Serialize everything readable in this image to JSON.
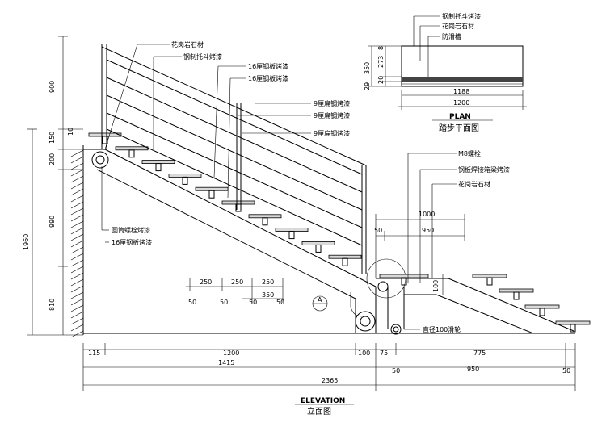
{
  "labels": {
    "granite": "花岗岩石材",
    "steel_bracket": "钢制托斗烤漆",
    "steel_16a": "16厘钢板烤漆",
    "steel_16b": "16厘钢板烤漆",
    "flat_steel_1": "9厘扁钢烤漆",
    "flat_steel_2": "9厘扁钢烤漆",
    "flat_steel_3": "9厘扁钢烤漆",
    "bolt": "M8螺栓",
    "box_beam": "钢板焊接箱梁烤漆",
    "granite_2": "花岗岩石材",
    "round_bolt": "圆筒螺栓烤漆",
    "steel_16c": "16厘钢板烤漆",
    "wheel": "直径100滑轮",
    "section_mark": "A"
  },
  "plan": {
    "labels": [
      "钢制托斗烤漆",
      "花岗岩石材",
      "防滑槽"
    ],
    "dims_vertical": [
      "350",
      "273",
      "20",
      "8",
      "29"
    ],
    "dims_horizontal": [
      "1188",
      "1200"
    ],
    "title_en": "PLAN",
    "title_cn": "踏步平面图"
  },
  "elevation": {
    "left_dims": [
      "900",
      "150",
      "10",
      "200",
      "990",
      "1960",
      "810"
    ],
    "tread_dims": [
      "250",
      "250",
      "250",
      "350"
    ],
    "tread_sub_dims": [
      "50",
      "50",
      "50",
      "50"
    ],
    "right_dims": [
      "1000",
      "50",
      "950",
      "100"
    ],
    "bottom_row1": [
      "115",
      "1200",
      "100",
      "75",
      "775"
    ],
    "bottom_row2": [
      "1415",
      "50",
      "950",
      "50"
    ],
    "bottom_total": "2365",
    "title_en": "ELEVATION",
    "title_cn": "立面图"
  }
}
